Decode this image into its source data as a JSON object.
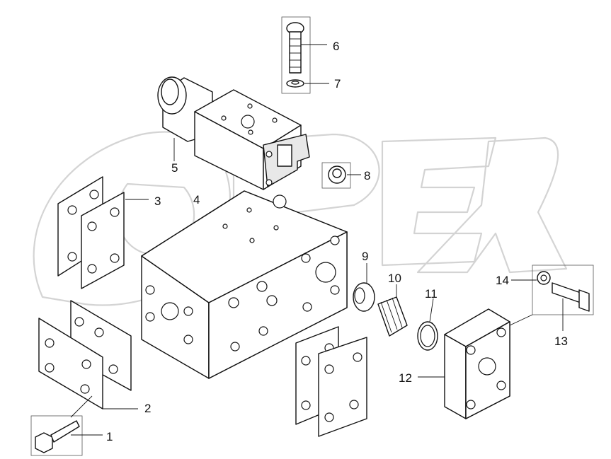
{
  "watermark": "OPEX",
  "callouts": [
    {
      "id": "1",
      "label": "1"
    },
    {
      "id": "2",
      "label": "2"
    },
    {
      "id": "3",
      "label": "3"
    },
    {
      "id": "4",
      "label": "4"
    },
    {
      "id": "5",
      "label": "5"
    },
    {
      "id": "6",
      "label": "6"
    },
    {
      "id": "7",
      "label": "7"
    },
    {
      "id": "8",
      "label": "8"
    },
    {
      "id": "9",
      "label": "9"
    },
    {
      "id": "10",
      "label": "10"
    },
    {
      "id": "11",
      "label": "11"
    },
    {
      "id": "12",
      "label": "12"
    },
    {
      "id": "13",
      "label": "13"
    },
    {
      "id": "14",
      "label": "14"
    }
  ]
}
